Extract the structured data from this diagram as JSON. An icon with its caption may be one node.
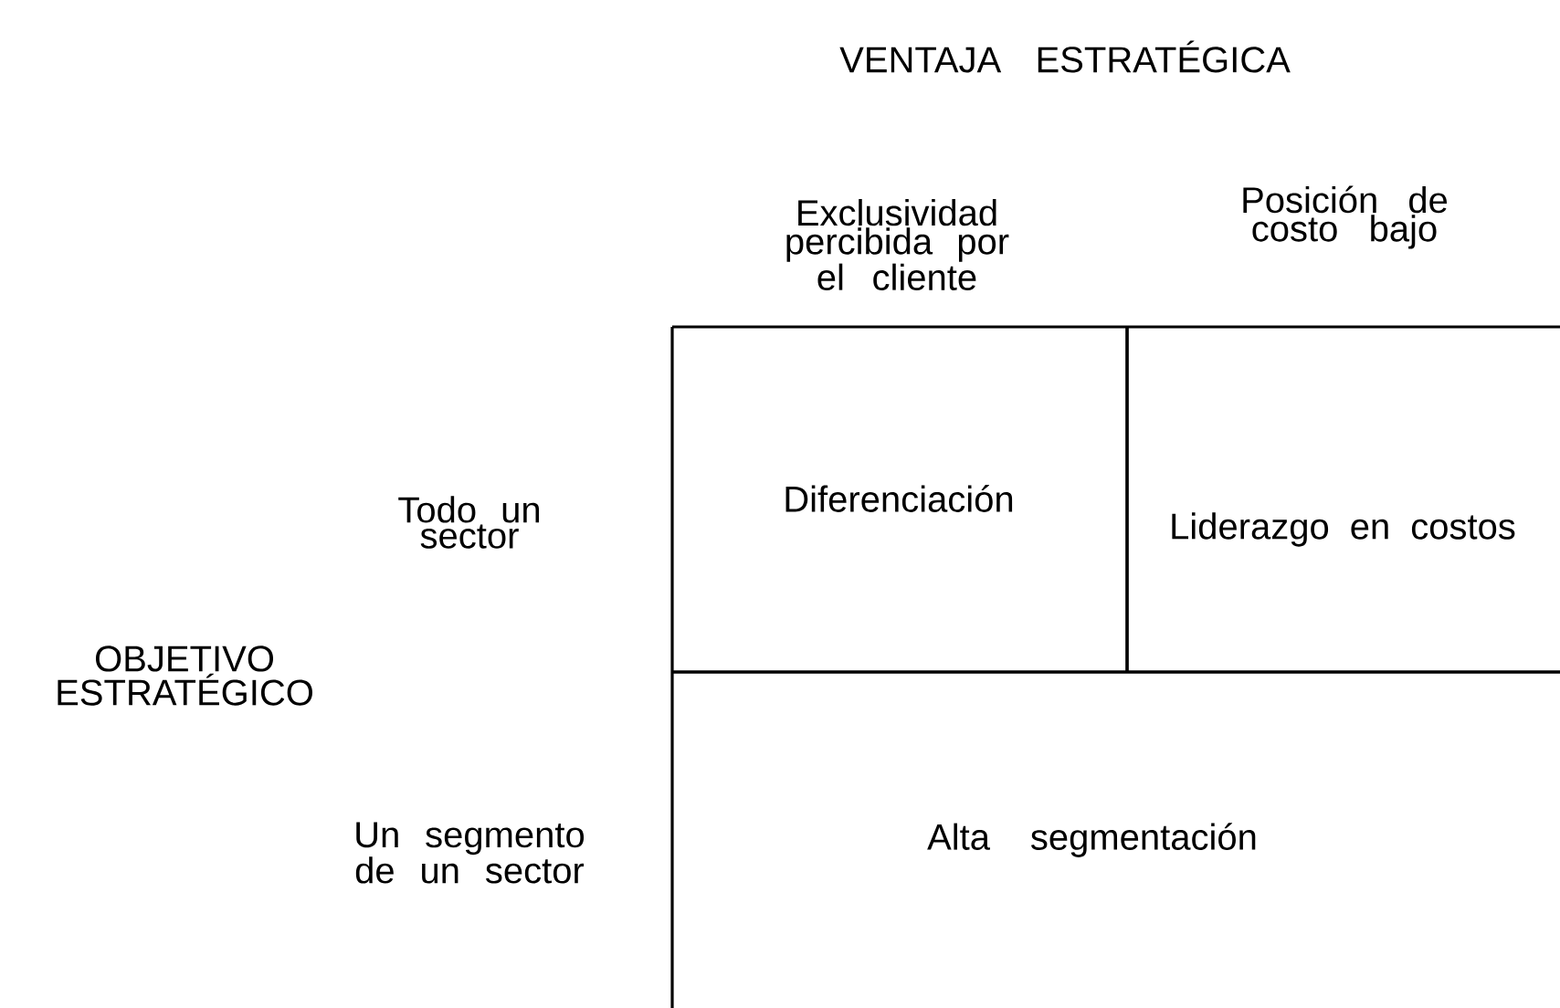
{
  "diagram": {
    "title": "VENTAJA ESTRATÉGICA",
    "nodes": [
      {
        "text": [
          "Diferenciación"
        ]
      },
      {
        "text": [
          "Liderazgo en costos"
        ]
      },
      {
        "text": [
          "Alta segmentación"
        ]
      }
    ],
    "labels": [
      "Exclusividad percibida por el cliente",
      "Posición de costo bajo",
      "Todo un sector",
      "OBJETIVO ESTRATÉGICO",
      "Un segmento de un sector"
    ]
  }
}
